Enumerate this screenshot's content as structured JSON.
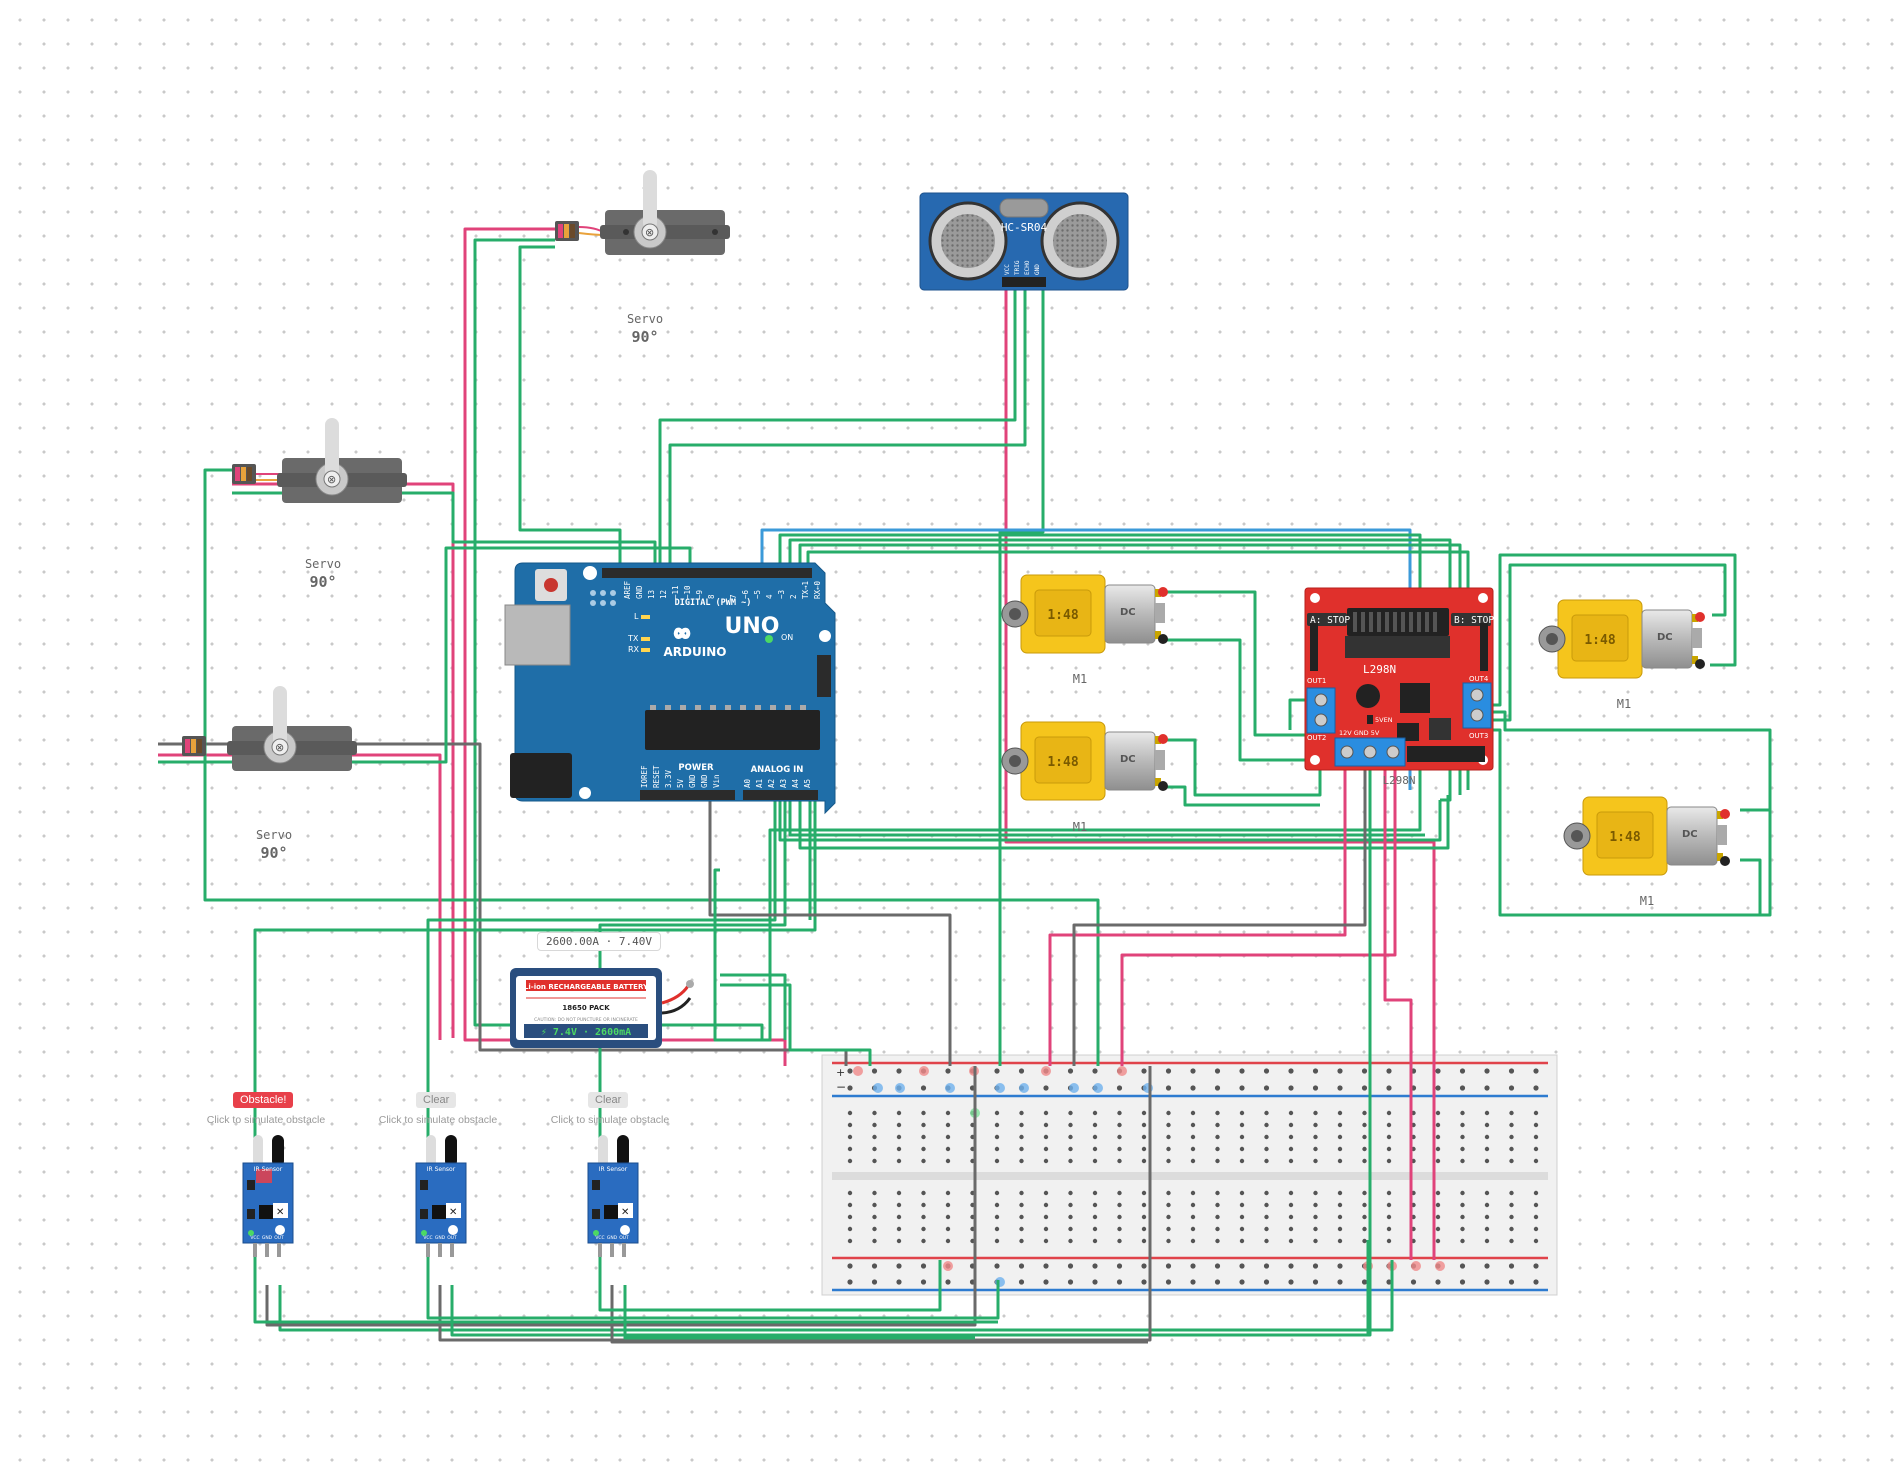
{
  "servos": [
    {
      "label": "Servo",
      "angle": "90°"
    },
    {
      "label": "Servo",
      "angle": "90°"
    },
    {
      "label": "Servo",
      "angle": "90°"
    }
  ],
  "ultrasonic": {
    "model": "HC-SR04",
    "pins": [
      "VCC",
      "TRIG",
      "ECHO",
      "GND"
    ]
  },
  "arduino": {
    "logo_text": "UNO",
    "brand": "ARDUINO",
    "digital_label": "DIGITAL (PWM ~)",
    "analog_label": "ANALOG IN",
    "power_label": "POWER",
    "pin_top": [
      "AREF",
      "GND",
      "13",
      "12",
      "~11",
      "~10",
      "~9",
      "8",
      "7",
      "~6",
      "~5",
      "4",
      "~3",
      "2",
      "TX→1",
      "RX←0"
    ],
    "pin_power": [
      "IOREF",
      "RESET",
      "3.3V",
      "5V",
      "GND",
      "GND",
      "Vin"
    ],
    "pin_analog": [
      "A0",
      "A1",
      "A2",
      "A3",
      "A4",
      "A5"
    ],
    "led_l": "L",
    "led_tx": "TX",
    "led_rx": "RX",
    "led_on": "ON"
  },
  "motors": [
    {
      "ratio": "1:48",
      "type": "DC",
      "label": "M1"
    },
    {
      "ratio": "1:48",
      "type": "DC",
      "label": "M1"
    },
    {
      "ratio": "1:48",
      "type": "DC",
      "label": "M1"
    },
    {
      "ratio": "1:48",
      "type": "DC",
      "label": "M1"
    }
  ],
  "driver": {
    "chip": "L298N",
    "label": "L298N",
    "status_a": "A: STOP",
    "status_b": "B: STOP",
    "out1": "OUT1",
    "out2": "OUT2",
    "out3": "OUT3",
    "out4": "OUT4",
    "power_pins": "12V GND 5V",
    "jumper": "5VEN"
  },
  "battery": {
    "tag": "2600.00A · 7.40V",
    "header": "Li-ion RECHARGEABLE BATTERY",
    "pack": "18650 PACK",
    "caution": "CAUTION: DO NOT PUNCTURE OR INCINERATE",
    "rating": "⚡ 7.4V · 2600mA"
  },
  "ir_sensors": [
    {
      "state": "Obstacle!",
      "hint": "Click to simulate obstacle",
      "active": true
    },
    {
      "state": "Clear",
      "hint": "Click to simulate obstacle",
      "active": false
    },
    {
      "state": "Clear",
      "hint": "Click to simulate obstacle",
      "active": false
    }
  ],
  "ir_title": "IR Sensor",
  "ir_pins": [
    "VCC",
    "GND",
    "OUT"
  ],
  "breadboard": {
    "plus": "+",
    "minus": "−"
  },
  "colors": {
    "wire_green": "#27ad6a",
    "wire_pink": "#e0437a",
    "wire_gray": "#6a6a6a",
    "wire_blue": "#3b9ad9",
    "arduino": "#1f6ea8",
    "driver": "#e0302c",
    "motor": "#f5c51c",
    "sensor_blue": "#2a6cc0"
  }
}
